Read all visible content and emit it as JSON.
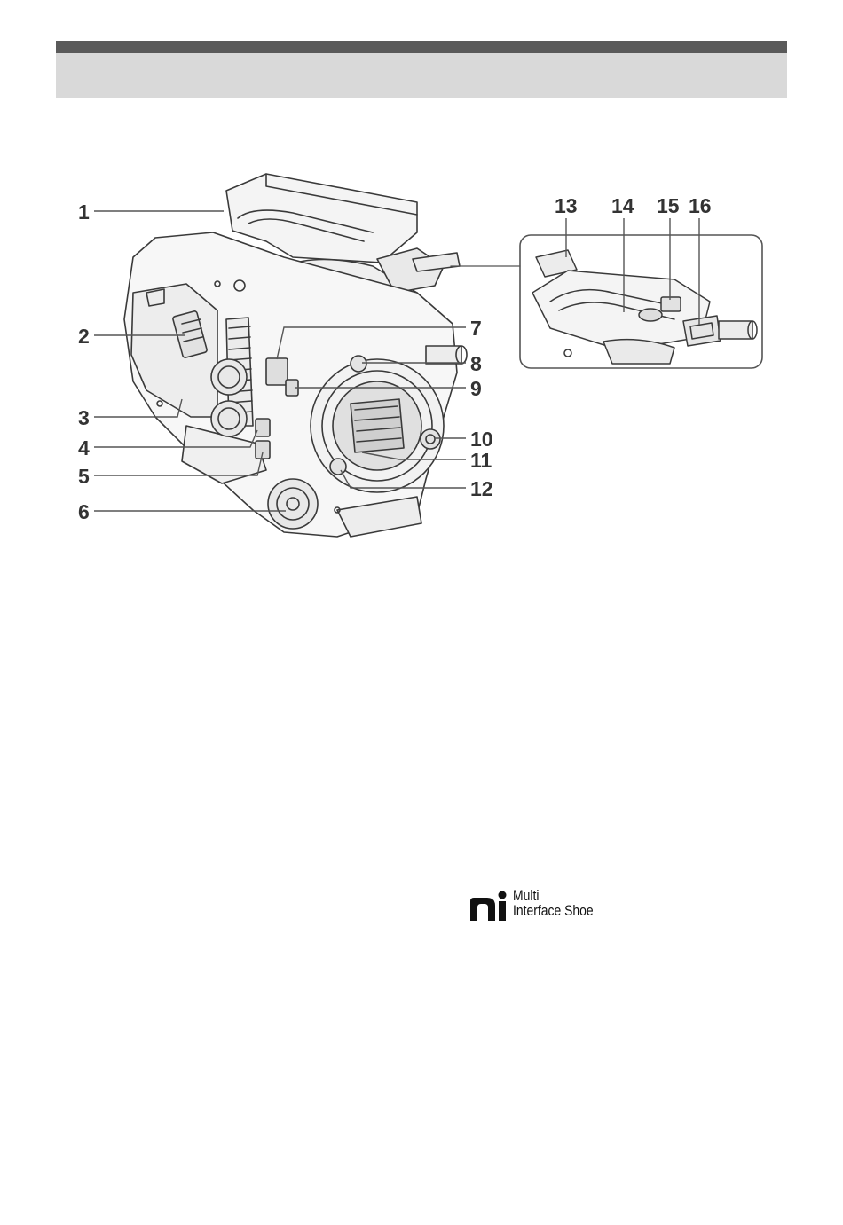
{
  "callouts": {
    "c1": "1",
    "c2": "2",
    "c3": "3",
    "c4": "4",
    "c5": "5",
    "c6": "6",
    "c7": "7",
    "c8": "8",
    "c9": "9",
    "c10": "10",
    "c11": "11",
    "c12": "12",
    "c13": "13",
    "c14": "14",
    "c15": "15",
    "c16": "16"
  },
  "logo": {
    "line1": "Multi",
    "line2": "Interface Shoe",
    "icon": "multi-interface-shoe-logo"
  },
  "colors": {
    "header_bar": "#d9d9d9",
    "header_stripe": "#5a5a5a",
    "line_art": "#3a3a3a",
    "label_text": "#333333"
  }
}
